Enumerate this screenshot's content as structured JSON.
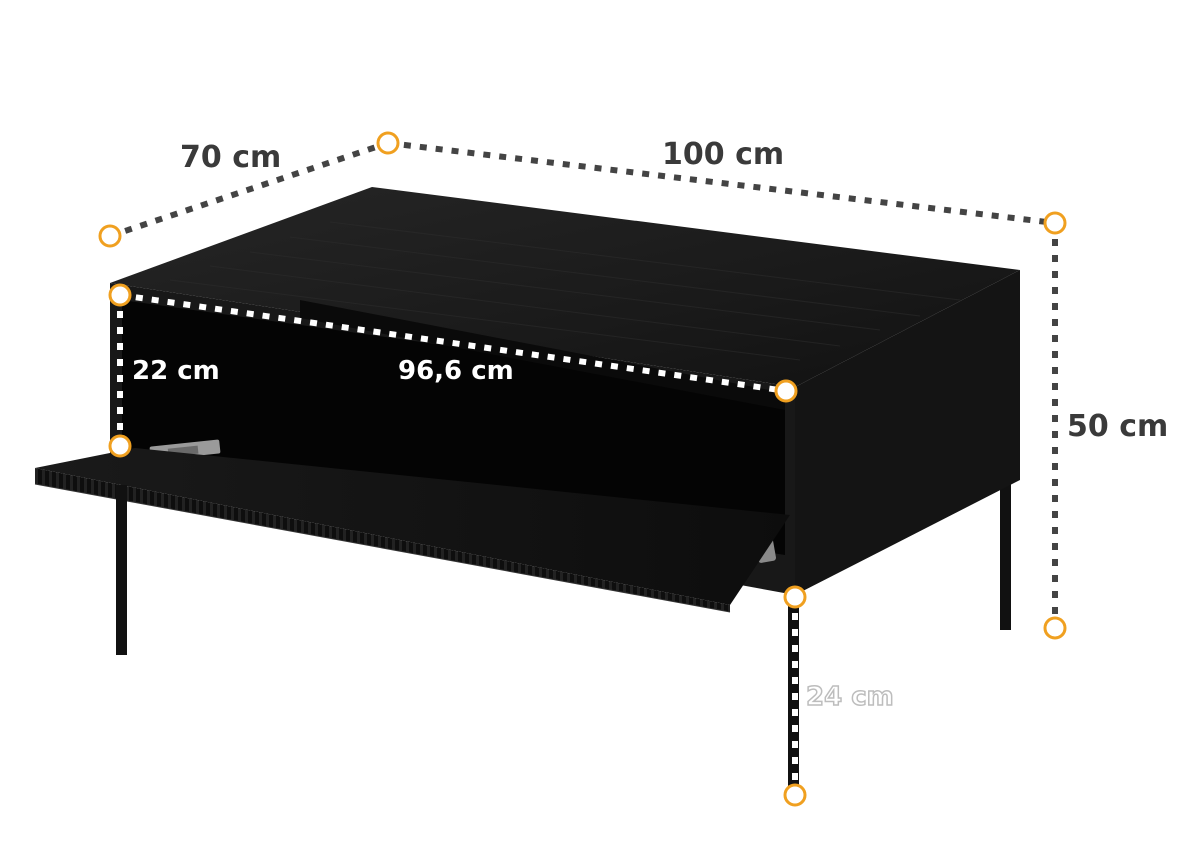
{
  "dimensions": {
    "depth": "70 cm",
    "width": "100 cm",
    "height": "50 cm",
    "drawer_height": "22 cm",
    "drawer_width": "96,6 cm",
    "leg_height": "24 cm"
  },
  "colors": {
    "dim_text": "#3a3a3a",
    "dotted_line": "#444444",
    "marker": "#f0a020",
    "furniture_top": "#1c1c1c",
    "furniture_front": "#141414",
    "furniture_side": "#0f0f0f",
    "interior": "#050505",
    "leg_label_fill": "#ffffff",
    "leg_label_stroke": "#bdbdbd"
  }
}
